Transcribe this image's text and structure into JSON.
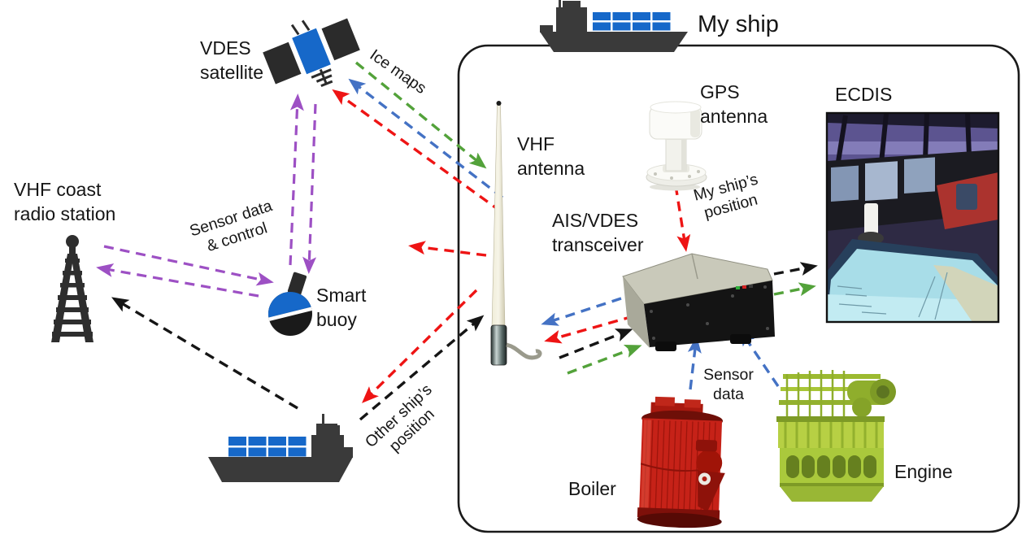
{
  "diagram": {
    "nodes": {
      "my_ship": "My ship",
      "vdes_satellite": "VDES\nsatellite",
      "vhf_coast_station": "VHF coast\nradio station",
      "smart_buoy": "Smart\nbuoy",
      "vhf_antenna": "VHF\nantenna",
      "gps_antenna": "GPS\nantenna",
      "ais_vdes_transceiver": "AIS/VDES\ntransceiver",
      "ecdis": "ECDIS",
      "boiler": "Boiler",
      "engine": "Engine"
    },
    "links": {
      "ice_maps": "Ice maps",
      "sensor_data_control": "Sensor data\n& control",
      "my_ship_position": "My ship’s\nposition",
      "other_ship_position": "Other ship’s\nposition",
      "sensor_data": "Sensor\ndata"
    },
    "colors": {
      "arrow_red": "#ee1414",
      "arrow_blue": "#4472c4",
      "arrow_green": "#53a23a",
      "arrow_purple": "#9d50c4",
      "arrow_black": "#151515",
      "container_blue": "#1668c9",
      "hull_dark": "#3a3a3a",
      "box_border": "#1a1a1a"
    }
  }
}
